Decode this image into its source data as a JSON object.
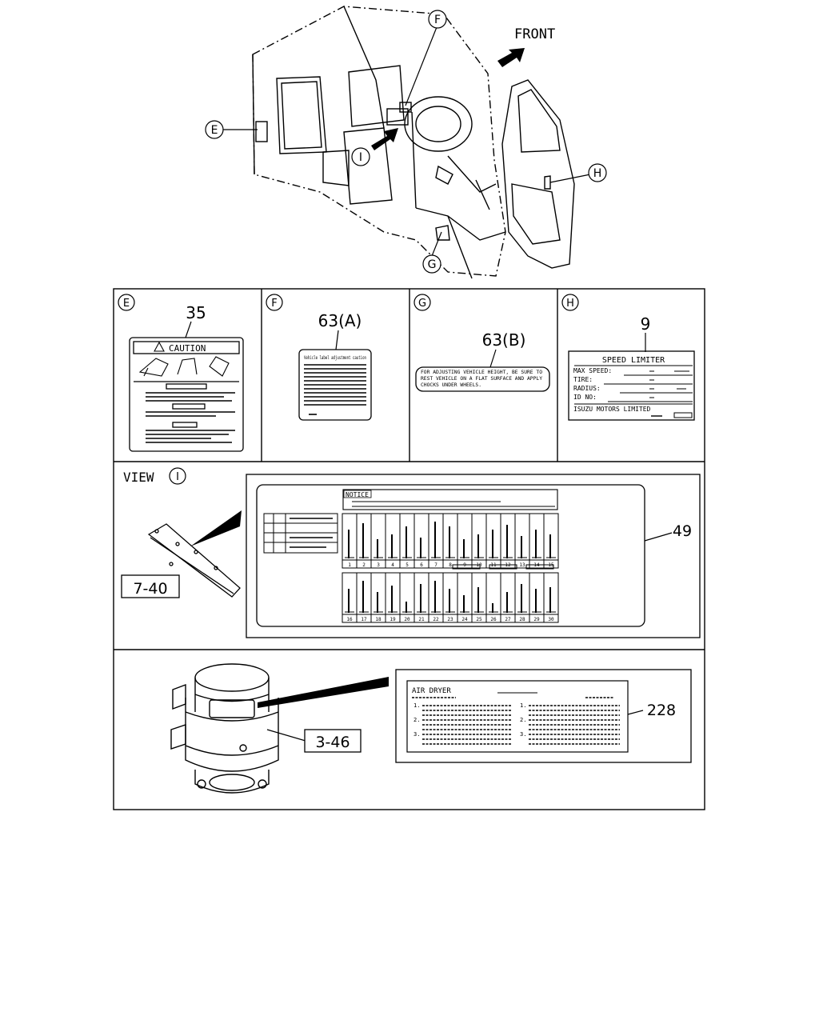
{
  "top_view": {
    "front_label": "FRONT",
    "callouts": {
      "E": "E",
      "F": "F",
      "G": "G",
      "H": "H",
      "I": "I"
    }
  },
  "panels": {
    "E": {
      "letter": "E",
      "part": "35",
      "label_heading": "CAUTION"
    },
    "F": {
      "letter": "F",
      "part": "63(A)",
      "label_heading": "Vehicle label adjustment caution"
    },
    "G": {
      "letter": "G",
      "part": "63(B)",
      "label_lines": [
        "FOR ADJUSTING VEHICLE HEIGHT, BE SURE TO",
        "REST VEHICLE ON A FLAT SURFACE AND APPLY",
        "CHOCKS UNDER WHEELS."
      ]
    },
    "H": {
      "letter": "H",
      "part": "9",
      "label_title": "SPEED LIMITER",
      "fields": [
        "MAX SPEED:",
        "TIRE:",
        "RADIUS:",
        "ID NO:"
      ],
      "maker": "ISUZU MOTORS LIMITED"
    }
  },
  "view_i": {
    "title": "VIEW",
    "circle_letter": "I",
    "ref_part": "7-40",
    "part": "49",
    "notice_heading": "NOTICE",
    "row1_numbers": [
      "1",
      "2",
      "3",
      "4",
      "5",
      "6",
      "7",
      "8",
      "9",
      "10",
      "11",
      "12",
      "13",
      "14",
      "15"
    ],
    "row2_numbers": [
      "16",
      "17",
      "18",
      "19",
      "20",
      "21",
      "22",
      "23",
      "24",
      "25",
      "26",
      "27",
      "28",
      "29",
      "30"
    ]
  },
  "air_dryer": {
    "ref_part": "3-46",
    "part": "228",
    "label_title": "AIR DRYER",
    "left_items": [
      "1.",
      "2.",
      "3."
    ],
    "right_items": [
      "1.",
      "2.",
      "3."
    ]
  }
}
